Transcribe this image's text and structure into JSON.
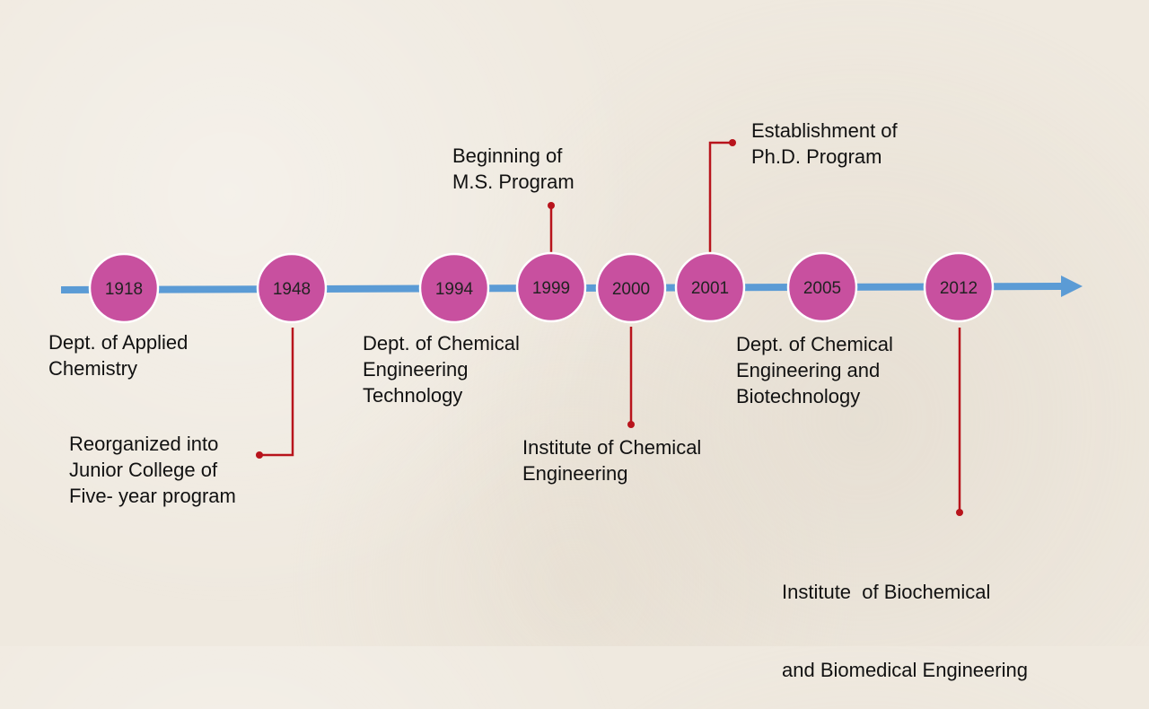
{
  "timeline": {
    "colors": {
      "axis": "#5b9bd5",
      "milestone_fill": "#c8509f",
      "milestone_border": "#ffffff",
      "connector": "#b8141c"
    },
    "milestones": [
      {
        "year": "1918"
      },
      {
        "year": "1948"
      },
      {
        "year": "1994"
      },
      {
        "year": "1999"
      },
      {
        "year": "2000"
      },
      {
        "year": "2001"
      },
      {
        "year": "2005"
      },
      {
        "year": "2012"
      }
    ],
    "events": [
      {
        "year": "1918",
        "lines": [
          "Dept. of Applied",
          "Chemistry"
        ]
      },
      {
        "year": "1948",
        "lines": [
          "Reorganized into",
          "Junior College of",
          "Five- year program"
        ]
      },
      {
        "year": "1994",
        "lines": [
          "Dept. of Chemical",
          "Engineering",
          "Technology"
        ]
      },
      {
        "year": "1999",
        "lines": [
          "Beginning of",
          "M.S. Program"
        ]
      },
      {
        "year": "2000",
        "lines": [
          "Institute of Chemical",
          "Engineering"
        ]
      },
      {
        "year": "2001",
        "lines": [
          "Establishment of",
          "Ph.D. Program"
        ]
      },
      {
        "year": "2005",
        "lines": [
          "Dept. of Chemical",
          "Engineering and",
          "Biotechnology"
        ]
      },
      {
        "year": "2012",
        "lines": [
          "Institute  of Biochemical",
          "and Biomedical Engineering"
        ]
      }
    ]
  }
}
